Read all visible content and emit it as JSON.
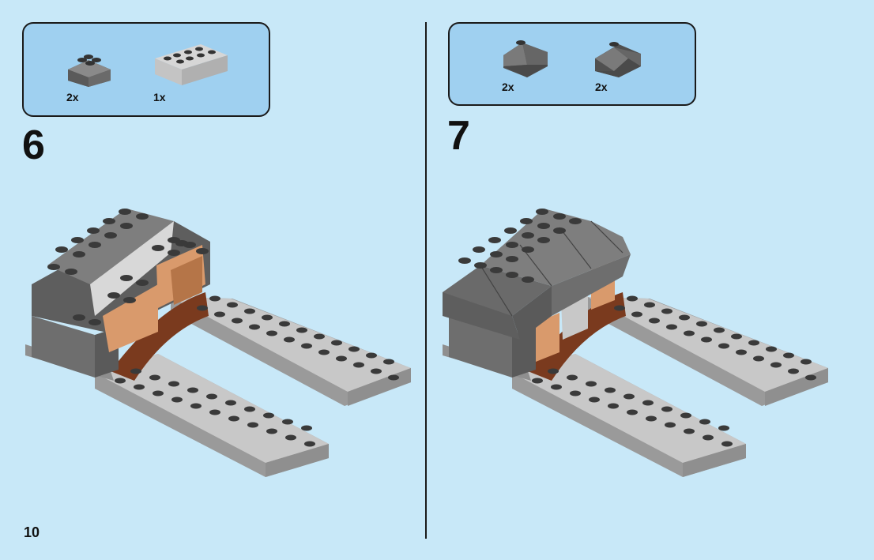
{
  "page": {
    "number": "10"
  },
  "steps": [
    {
      "number": "6",
      "parts": [
        {
          "icon": "dark-gray-slope-brick-icon",
          "qty": "2x"
        },
        {
          "icon": "light-gray-2x4-brick-icon",
          "qty": "1x"
        }
      ]
    },
    {
      "number": "7",
      "parts": [
        {
          "icon": "dark-gray-corner-slope-icon",
          "qty": "2x"
        },
        {
          "icon": "dark-gray-corner-slope-icon",
          "qty": "2x"
        }
      ]
    }
  ],
  "colors": {
    "background": "#c8e8f8",
    "parts_box": "#9fd0f0",
    "dark_gray": "#6b6b6b",
    "light_gray": "#a8a8a8",
    "reddish_brown": "#7a3a1e",
    "tan": "#d99a6c"
  }
}
